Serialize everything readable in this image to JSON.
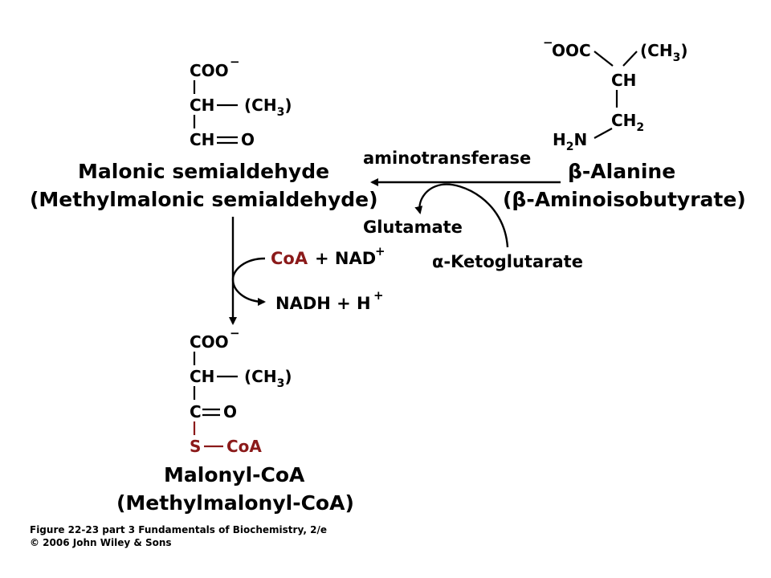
{
  "mol_top_left": {
    "coo": "COO",
    "coo_charge": "−",
    "ch": "CH",
    "ch3_open": "(CH",
    "ch3_sub": "3",
    "ch3_close": ")",
    "cho_c": "CH",
    "cho_o": "O",
    "name1": "Malonic semialdehyde",
    "name2": "(Methylmalonic semialdehyde)"
  },
  "mol_top_right": {
    "charge": "−",
    "ooc": "OOC",
    "ch3_open": "(CH",
    "ch3_sub": "3",
    "ch3_close": ")",
    "ch": "CH",
    "ch2": "CH",
    "ch2_sub": "2",
    "h2n_h": "H",
    "h2n_sub": "2",
    "h2n_n": "N",
    "name1": "β-Alanine",
    "name2": "(β-Aminoisobutyrate)"
  },
  "reaction1": {
    "enzyme": "aminotransferase",
    "product": "Glutamate",
    "reactant": "α-Ketoglutarate"
  },
  "reaction2": {
    "coa": "CoA",
    "plus_nad": "+ NAD",
    "nad_charge": "+",
    "nadh": "NADH + H",
    "h_charge": "+"
  },
  "mol_bottom": {
    "coo": "COO",
    "coo_charge": "−",
    "ch": "CH",
    "ch3_open": "(CH",
    "ch3_sub": "3",
    "ch3_close": ")",
    "c": "C",
    "o": "O",
    "s": "S",
    "coa": "CoA",
    "name1": "Malonyl-CoA",
    "name2": "(Methylmalonyl-CoA)"
  },
  "caption": {
    "line1": "Figure 22-23 part 3  Fundamentals of Biochemistry, 2/e",
    "line2": "© 2006 John Wiley & Sons"
  },
  "colors": {
    "text": "#000000",
    "coa_red": "#8b1a1a",
    "background": "#ffffff"
  }
}
